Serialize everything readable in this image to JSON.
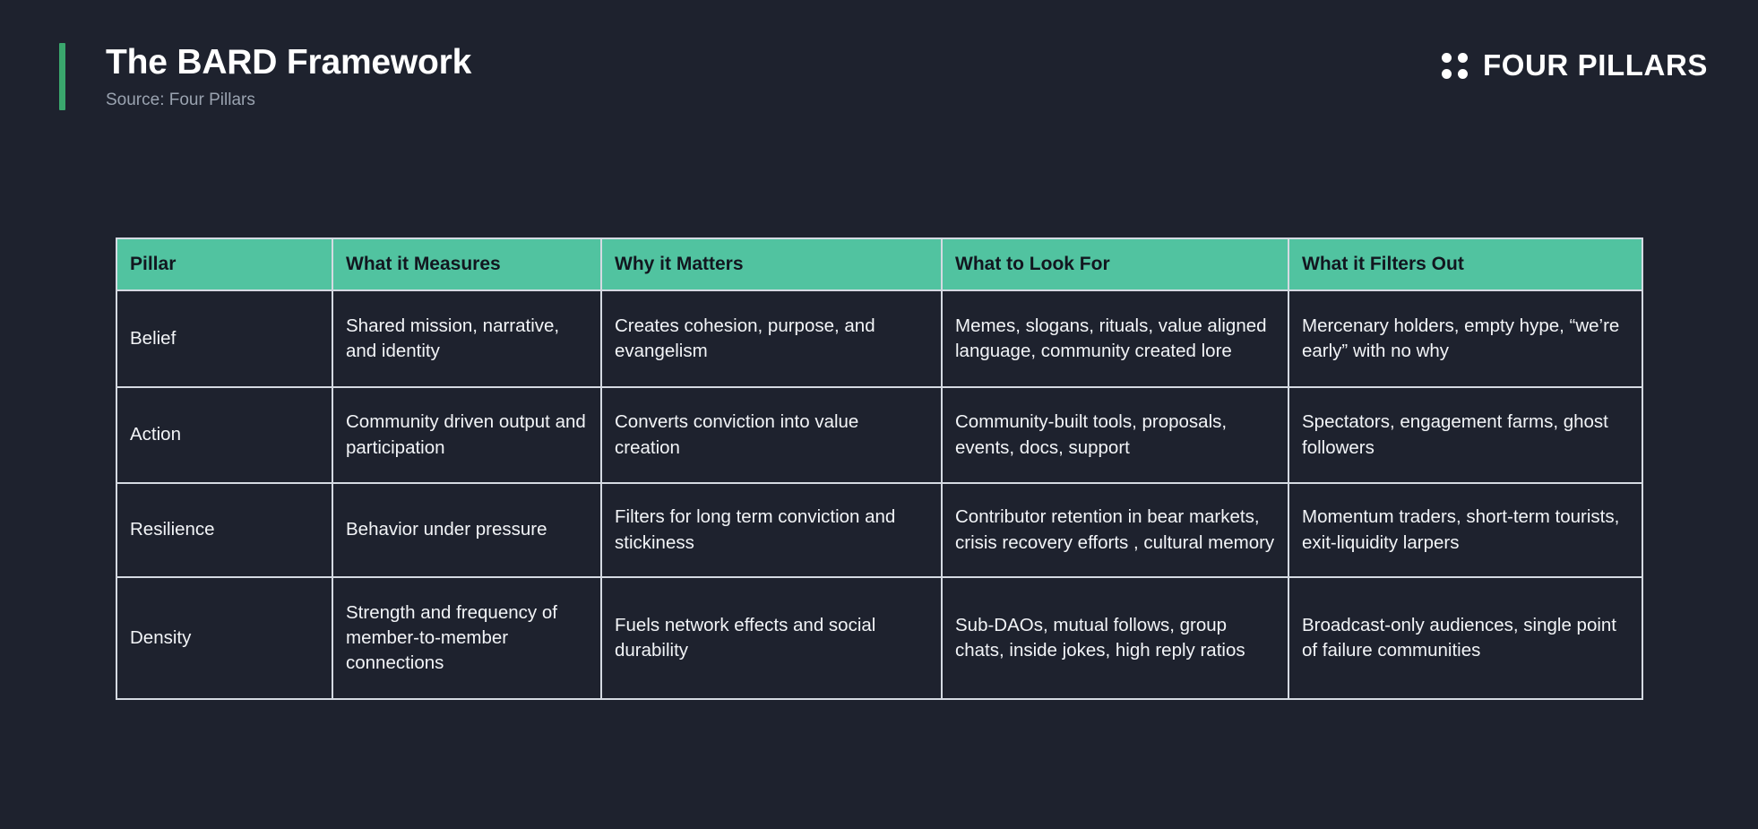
{
  "header": {
    "title": "The BARD Framework",
    "source": "Source: Four Pillars",
    "accent_color": "#3aa76d",
    "brand": {
      "name": "FOUR PILLARS",
      "logo_icon": "four-dots-grid-icon"
    }
  },
  "theme": {
    "background": "#1e222e",
    "header_row_color": "#51c3a0",
    "header_row_text_color": "#12161f",
    "border_color": "#d5dae2",
    "body_text_color": "#f2f4f7",
    "muted_text_color": "#9aa3b0"
  },
  "table": {
    "columns": [
      "Pillar",
      "What it Measures",
      "Why it Matters",
      "What to Look For",
      "What it Filters Out"
    ],
    "rows": [
      {
        "pillar": "Belief",
        "measures": "Shared mission, narrative, and identity",
        "matters": "Creates cohesion, purpose, and evangelism",
        "look_for": "Memes, slogans, rituals, value aligned language, community created lore",
        "filters_out": "Mercenary holders, empty hype, “we’re early” with no why"
      },
      {
        "pillar": "Action",
        "measures": "Community driven output and participation",
        "matters": "Converts conviction into value creation",
        "look_for": "Community-built tools, proposals, events, docs, support",
        "filters_out": "Spectators, engagement farms, ghost followers"
      },
      {
        "pillar": "Resilience",
        "measures": "Behavior under pressure",
        "matters": "Filters for long term conviction and stickiness",
        "look_for": "Contributor retention in bear markets, crisis recovery efforts , cultural memory",
        "filters_out": "Momentum traders, short-term tourists, exit-liquidity larpers"
      },
      {
        "pillar": "Density",
        "measures": "Strength and frequency of member-to-member connections",
        "matters": "Fuels network effects and social durability",
        "look_for": "Sub-DAOs, mutual follows, group chats, inside jokes, high reply ratios",
        "filters_out": "Broadcast-only audiences, single point of failure communities"
      }
    ]
  }
}
